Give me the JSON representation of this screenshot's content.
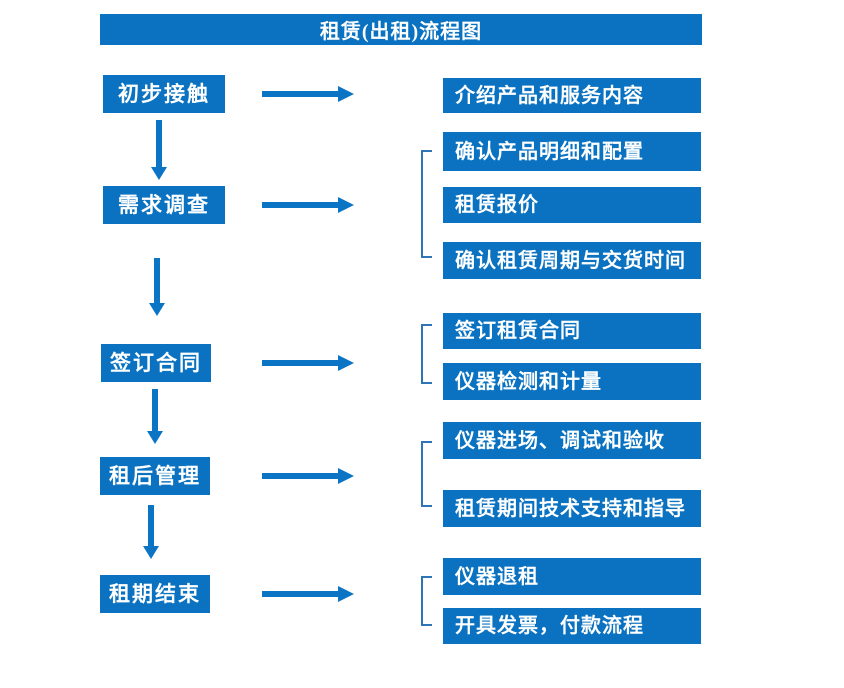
{
  "title": "租赁(出租)流程图",
  "colors": {
    "primary": "#0a72c0",
    "arrow": "#0c74c4",
    "bracket": "#2e75b6",
    "boxtext": "#ffffff",
    "bg": "#ffffff"
  },
  "stages": [
    {
      "label": "初步接触",
      "items": [
        "介绍产品和服务内容"
      ]
    },
    {
      "label": "需求调查",
      "items": [
        "确认产品明细和配置",
        "租赁报价",
        "确认租赁周期与交货时间"
      ]
    },
    {
      "label": "签订合同",
      "items": [
        "签订租赁合同",
        "仪器检测和计量"
      ]
    },
    {
      "label": "租后管理",
      "items": [
        "仪器进场、调试和验收",
        "租赁期间技术支持和指导"
      ]
    },
    {
      "label": "租期结束",
      "items": [
        "仪器退租",
        "开具发票，付款流程"
      ]
    }
  ]
}
